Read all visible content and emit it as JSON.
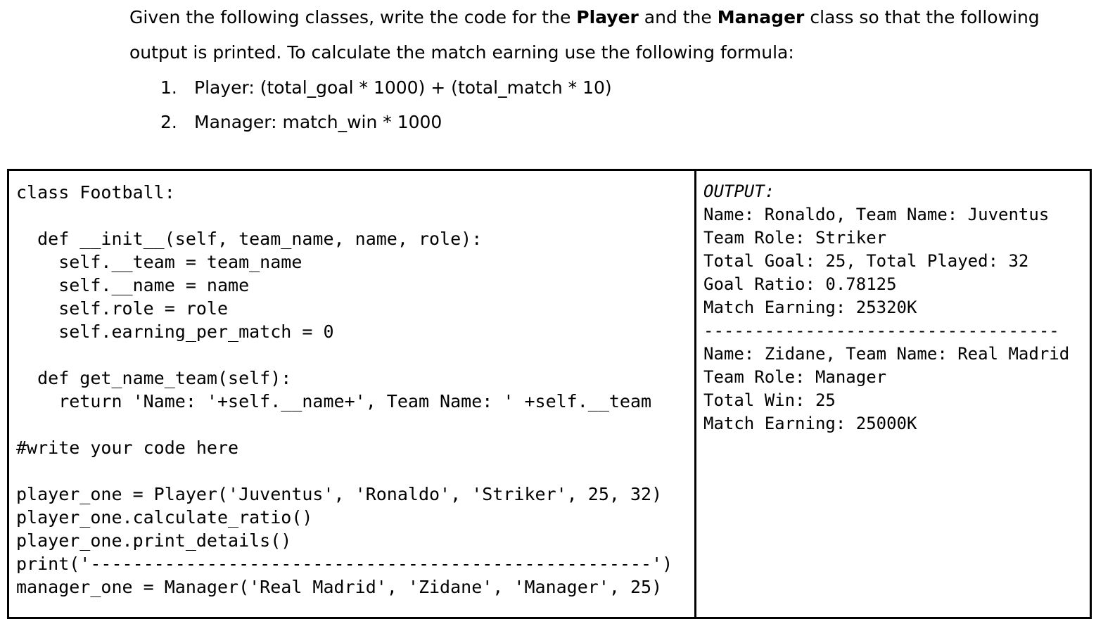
{
  "prompt": {
    "paragraph_parts": [
      {
        "text": "Given the following classes, write the code for the ",
        "bold": false
      },
      {
        "text": "Player",
        "bold": true
      },
      {
        "text": " and the ",
        "bold": false
      },
      {
        "text": "Manager",
        "bold": true
      },
      {
        "text": " class so that the following output is printed. To calculate the match earning use the following formula:",
        "bold": false
      }
    ],
    "paragraph_plain": "Given the following classes, write the code for the Player and the Manager class so that the following output is printed. To calculate the match earning use the following formula:",
    "formulas": [
      {
        "number": "1.",
        "text": "Player: (total_goal * 1000) + (total_match * 10)"
      },
      {
        "number": "2.",
        "text": "Manager: match_win * 1000"
      }
    ]
  },
  "code_panel": {
    "language": "python",
    "lines": [
      "class Football:",
      "",
      "  def __init__(self, team_name, name, role):",
      "    self.__team = team_name",
      "    self.__name = name",
      "    self.role = role",
      "    self.earning_per_match = 0",
      "",
      "  def get_name_team(self):",
      "    return 'Name: '+self.__name+', Team Name: ' +self.__team",
      "",
      "#write your code here",
      "",
      "player_one = Player('Juventus', 'Ronaldo', 'Striker', 25, 32)",
      "player_one.calculate_ratio()",
      "player_one.print_details()",
      "print('-----------------------------------------------------')",
      "manager_one = Manager('Real Madrid', 'Zidane', 'Manager', 25)"
    ]
  },
  "output_panel": {
    "header": "OUTPUT:",
    "lines": [
      "Name: Ronaldo, Team Name: Juventus",
      "Team Role: Striker",
      "Total Goal: 25, Total Played: 32",
      "Goal Ratio: 0.78125",
      "Match Earning: 25320K",
      "-----------------------------------",
      "Name: Zidane, Team Name: Real Madrid",
      "Team Role: Manager",
      "Total Win: 25",
      "Match Earning: 25000K"
    ]
  },
  "colors": {
    "text": "#000000",
    "background": "#ffffff",
    "border": "#000000"
  }
}
